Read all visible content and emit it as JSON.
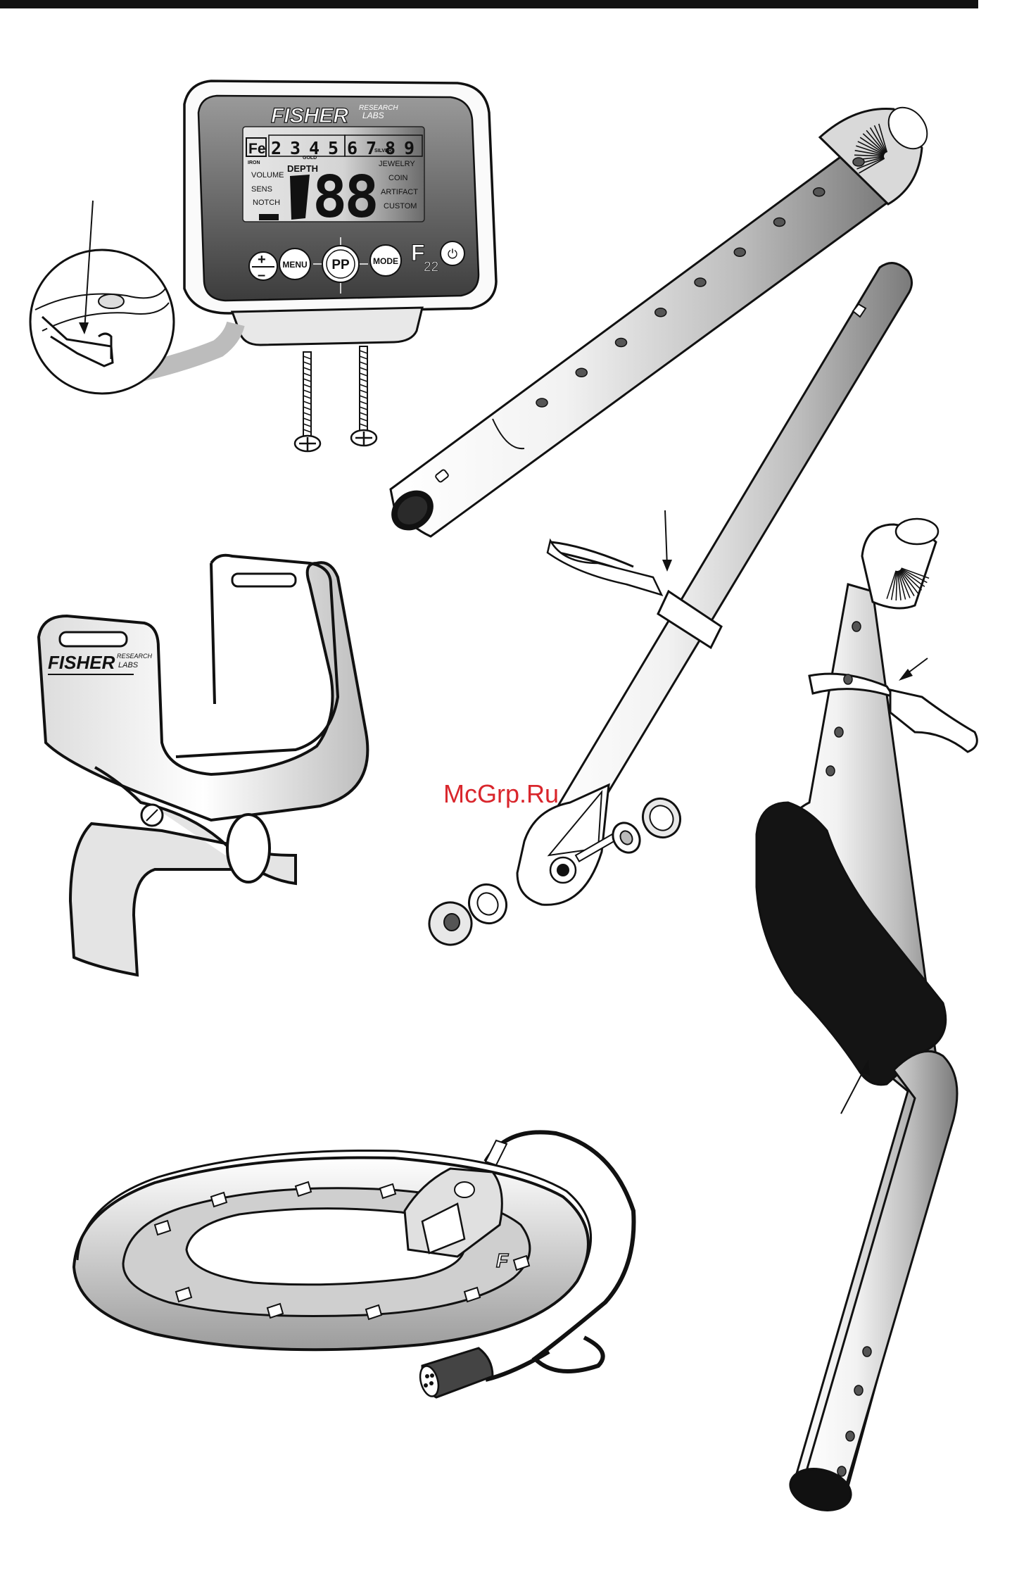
{
  "watermark": "McGrp.Ru",
  "control_box": {
    "brand": "FISHER",
    "brand_sub_1": "RESEARCH",
    "brand_sub_2": "LABS",
    "iron_symbol": "Fe",
    "iron_label": "IRON",
    "scale_digits": [
      "2",
      "3",
      "4",
      "5",
      "6",
      "7",
      "8",
      "9"
    ],
    "gold_label": "GOLD",
    "silver_label": "SILVER",
    "depth_label": "DEPTH",
    "depth_digits": "88",
    "left_labels": [
      "VOLUME",
      "SENS",
      "NOTCH"
    ],
    "right_labels": [
      "JEWELRY",
      "COIN",
      "ARTIFACT",
      "CUSTOM"
    ],
    "buttons": {
      "plus": "+",
      "minus": "–",
      "menu": "MENU",
      "pp": "PP",
      "mode": "MODE",
      "power": "⏻"
    },
    "model": "F",
    "model_num": "22"
  },
  "armrest": {
    "brand": "FISHER",
    "brand_sub_1": "RESEARCH",
    "brand_sub_2": "LABS"
  },
  "coil": {
    "logo": "F"
  },
  "colors": {
    "ink": "#111111",
    "display_gray": "#6d6d6d",
    "watermark_red": "#d9262c",
    "foam_black": "#141414"
  }
}
